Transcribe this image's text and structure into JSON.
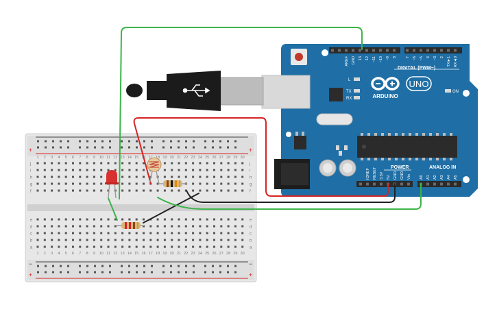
{
  "breadboard": {
    "columns": [
      "1",
      "2",
      "3",
      "4",
      "5",
      "6",
      "7",
      "8",
      "9",
      "10",
      "11",
      "12",
      "13",
      "14",
      "15",
      "16",
      "17",
      "18",
      "19",
      "20",
      "21",
      "22",
      "23",
      "24",
      "25",
      "26",
      "27",
      "28",
      "29",
      "30"
    ],
    "top_rows": [
      "j",
      "i",
      "h",
      "g",
      "f"
    ],
    "bottom_rows": [
      "e",
      "d",
      "c",
      "b",
      "a"
    ],
    "plus": "+",
    "minus": "−"
  },
  "arduino": {
    "model": "UNO",
    "brand": "ARDUINO",
    "digital_label": "DIGITAL (PWM~)",
    "power_label": "POWER",
    "analog_label": "ANALOG IN",
    "on_label": "ON",
    "tx_label": "TX",
    "rx_label": "RX",
    "l_label": "L",
    "digital_pins": [
      "AREF",
      "GND",
      "13",
      "12",
      "~11",
      "~10",
      "~9",
      "8",
      "7",
      "~6",
      "~5",
      "4",
      "~3",
      "2",
      "TX►1",
      "RX◄0"
    ],
    "power_pins": [
      "IOREF",
      "RESET",
      "3.3V",
      "5V",
      "GND",
      "GND",
      "Vin"
    ],
    "analog_pins": [
      "A0",
      "A1",
      "A2",
      "A3",
      "A4",
      "A5"
    ]
  },
  "colors": {
    "board_blue": "#1f6fa6",
    "wire_green": "#3cb44b",
    "wire_red": "#d62424",
    "wire_black": "#222222",
    "led_red": "#d93030",
    "header_black": "#2b2b2b",
    "breadboard_bg": "#e7e7e7"
  },
  "icons": [
    "usb-icon",
    "arduino-infinity-logo-icon",
    "ldr-icon",
    "led-icon",
    "resistor-icon"
  ]
}
